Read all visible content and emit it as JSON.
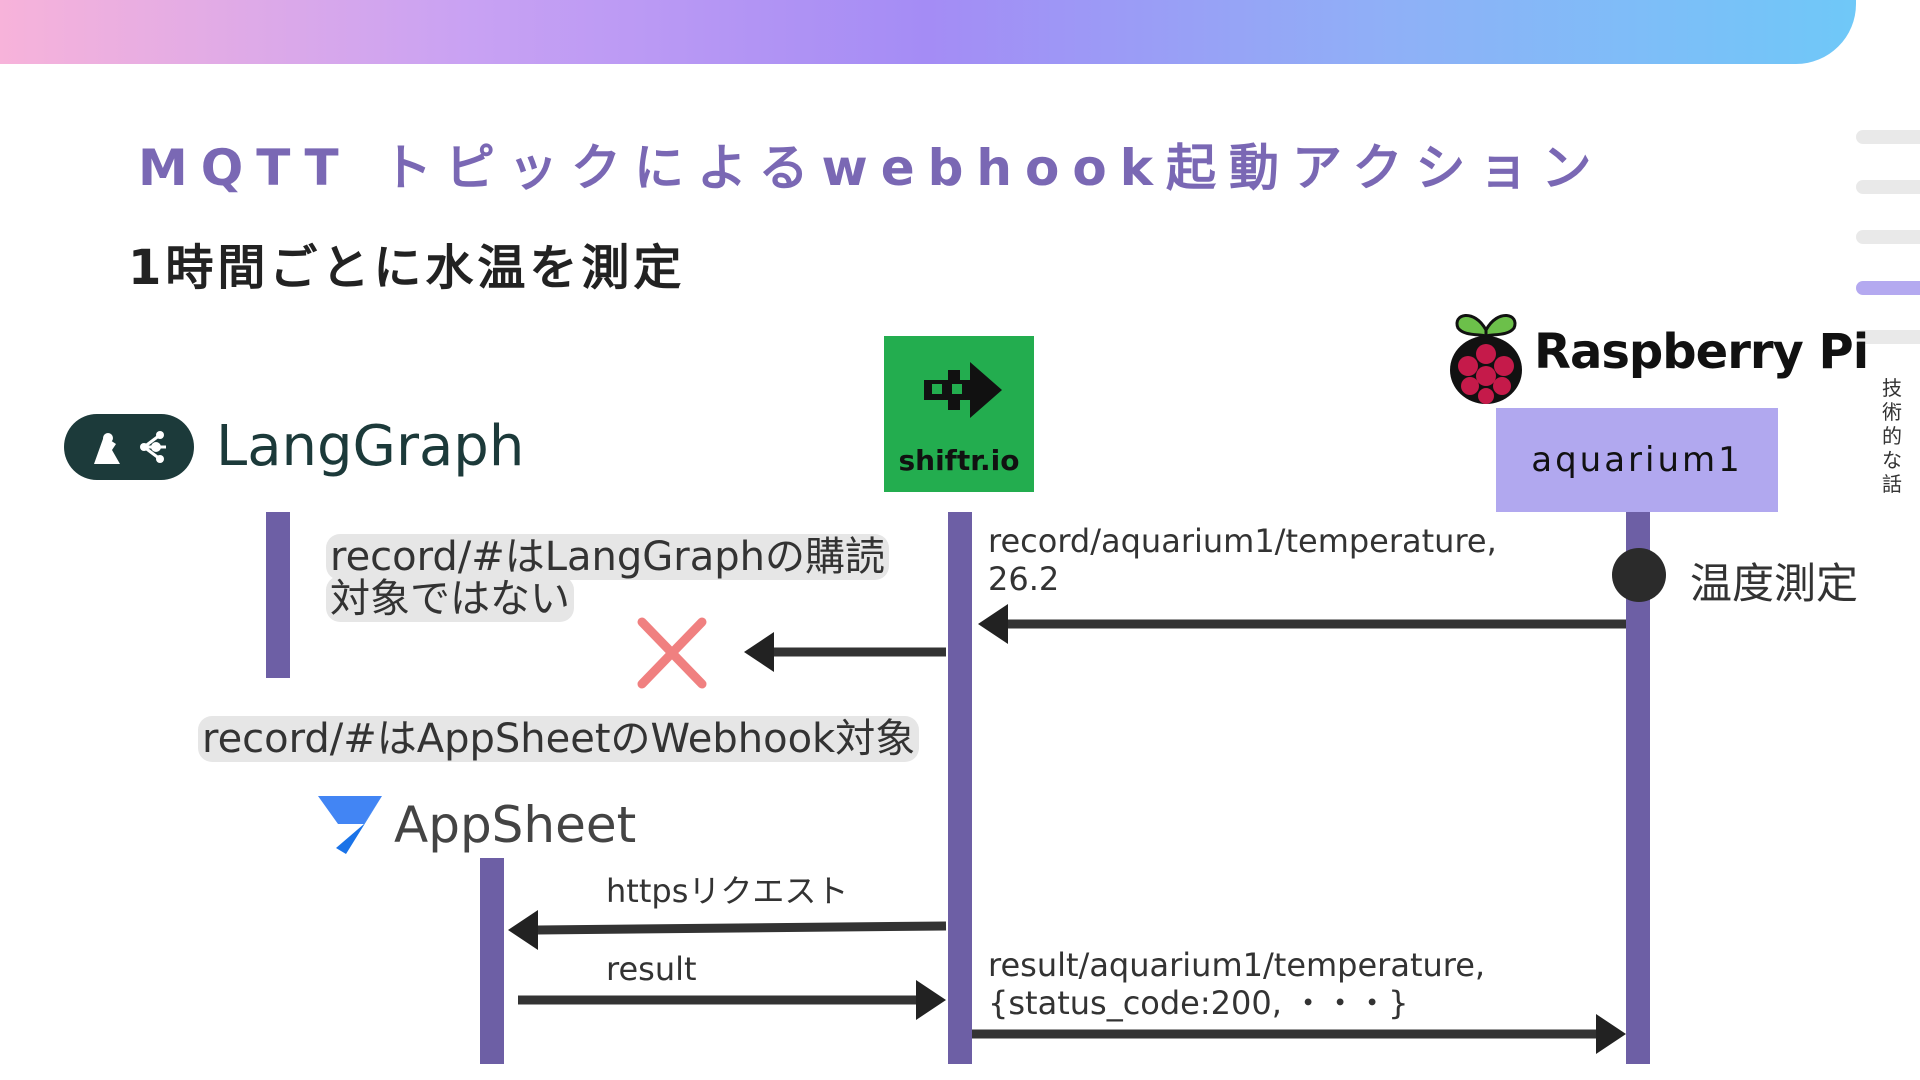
{
  "title": "MQTT トピックによるwebhook起動アクション",
  "subtitle": "1時間ごとに水温を測定",
  "side_nav": {
    "label": "技術的な話"
  },
  "logos": {
    "langgraph": "LangGraph",
    "shiftr": "shiftr.io",
    "raspberry_pi": "Raspberry Pi",
    "appsheet": "AppSheet"
  },
  "device_box": "aquarium1",
  "event_label": "温度測定",
  "messages": {
    "publish_topic": "record/aquarium1/temperature,",
    "publish_value": "26.2",
    "not_subscribed_line1": "record/#はLangGraphの購読",
    "not_subscribed_line2": "対象ではない",
    "webhook_target": "record/#はAppSheetのWebhook対象",
    "https_request": "httpsリクエスト",
    "result": "result",
    "result_topic": "result/aquarium1/temperature,",
    "result_payload": "{status_code:200, ・・・}"
  },
  "colors": {
    "lifeline": "#6d5fa5",
    "title": "#7a68b4",
    "device_box": "#b1a8ef",
    "shiftr_green": "#23ad4f",
    "reject_cross": "#f08080"
  }
}
